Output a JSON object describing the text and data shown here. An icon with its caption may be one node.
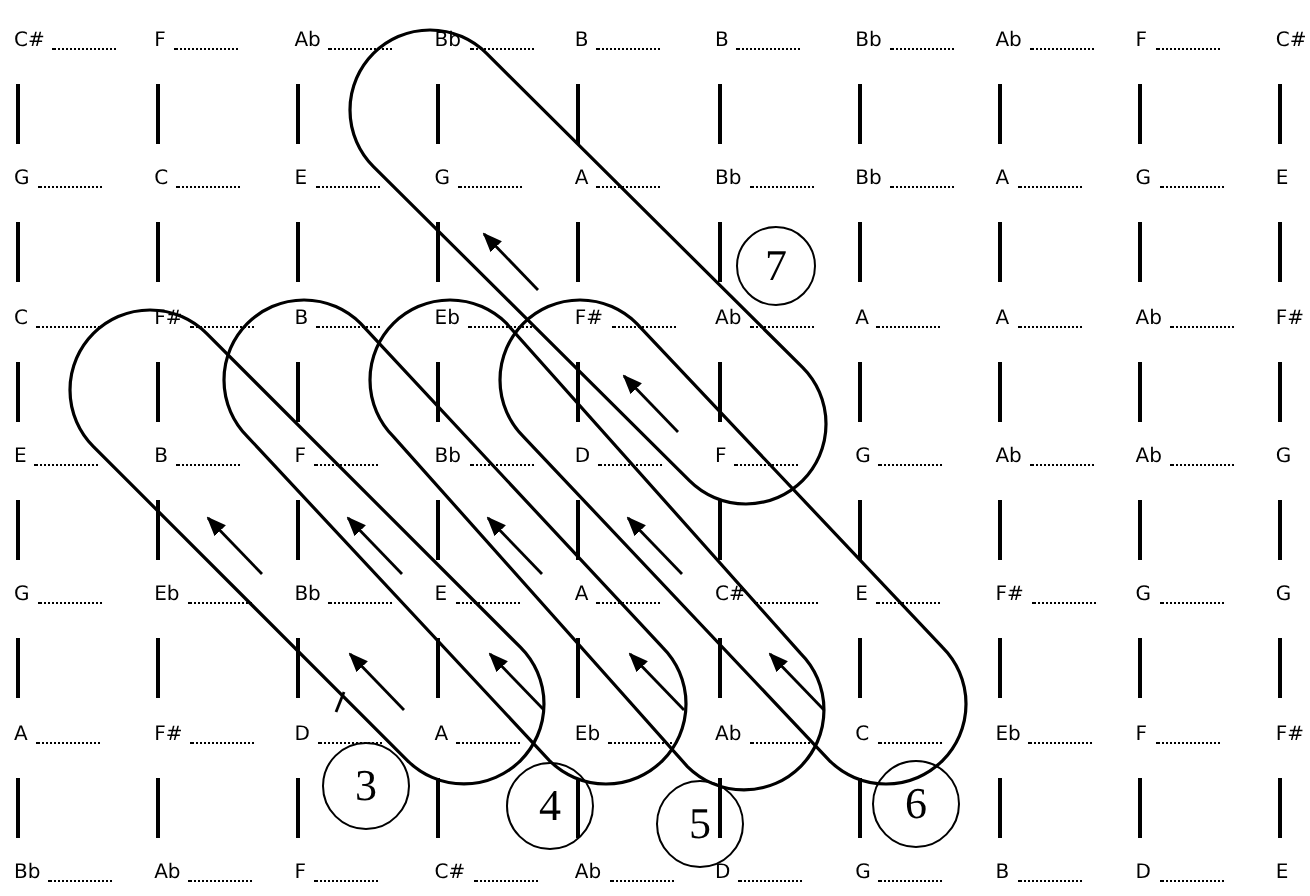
{
  "diagram": {
    "nodes": [
      {
        "text": [
          "7"
        ]
      },
      {
        "text": [
          "3"
        ]
      },
      {
        "text": [
          "4"
        ]
      },
      {
        "text": [
          "5"
        ]
      },
      {
        "text": [
          "6"
        ]
      }
    ],
    "labels": [
      "C#",
      "F",
      "Ab",
      "Bb",
      "B",
      "B",
      "Bb",
      "Ab",
      "F",
      "C#",
      "G",
      "C",
      "E",
      "G",
      "A",
      "Bb",
      "Bb",
      "A",
      "G",
      "E",
      "C",
      "F#",
      "B",
      "Eb",
      "F#",
      "Ab",
      "A",
      "A",
      "Ab",
      "F#",
      "E",
      "B",
      "F",
      "Bb",
      "D",
      "F",
      "G",
      "Ab",
      "Ab",
      "G",
      "G",
      "Eb",
      "Bb",
      "E",
      "A",
      "C#",
      "E",
      "F#",
      "G",
      "G",
      "A",
      "F#",
      "D",
      "A",
      "Eb",
      "Ab",
      "C",
      "Eb",
      "F",
      "F#",
      "Bb",
      "Ab",
      "F",
      "C#",
      "Ab",
      "D",
      "G",
      "B",
      "D",
      "E"
    ]
  }
}
